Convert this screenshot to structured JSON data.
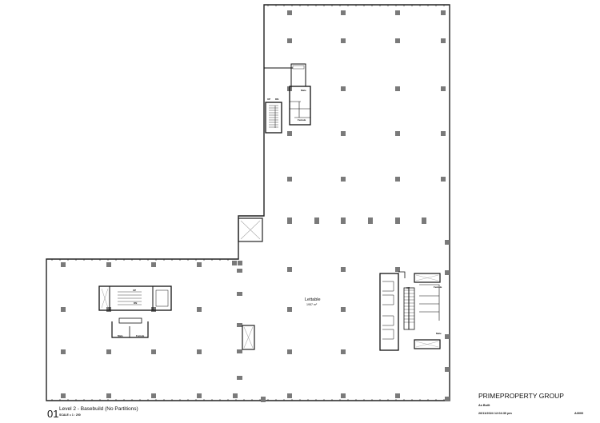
{
  "drawing": {
    "number": "01",
    "title": "Level 2 - Basebuild (No Partitions)",
    "scale": "SCALE = 1 : 200"
  },
  "titleblock": {
    "company": "PRIMEPROPERTY GROUP",
    "status": "As Built",
    "datetime": "26/11/2024 12:04:30 pm",
    "sheet_number": "A3000"
  },
  "area": {
    "name": "Lettable",
    "size": "1957 m²"
  },
  "cores": {
    "north": {
      "stair_up": "UP",
      "stair_down": "DN",
      "toilet_male": "Male",
      "toilet_female": "Female"
    },
    "west": {
      "stair_up": "UP",
      "stair_down": "DN",
      "toilet_male": "Male",
      "toilet_female": "Female"
    },
    "east": {
      "stair_up": "UP",
      "toilet_male": "Male",
      "toilet_female": "Female"
    }
  },
  "colors": {
    "wall": "#111111",
    "column": "#7a7a7a",
    "void": "#9a9a9a"
  }
}
